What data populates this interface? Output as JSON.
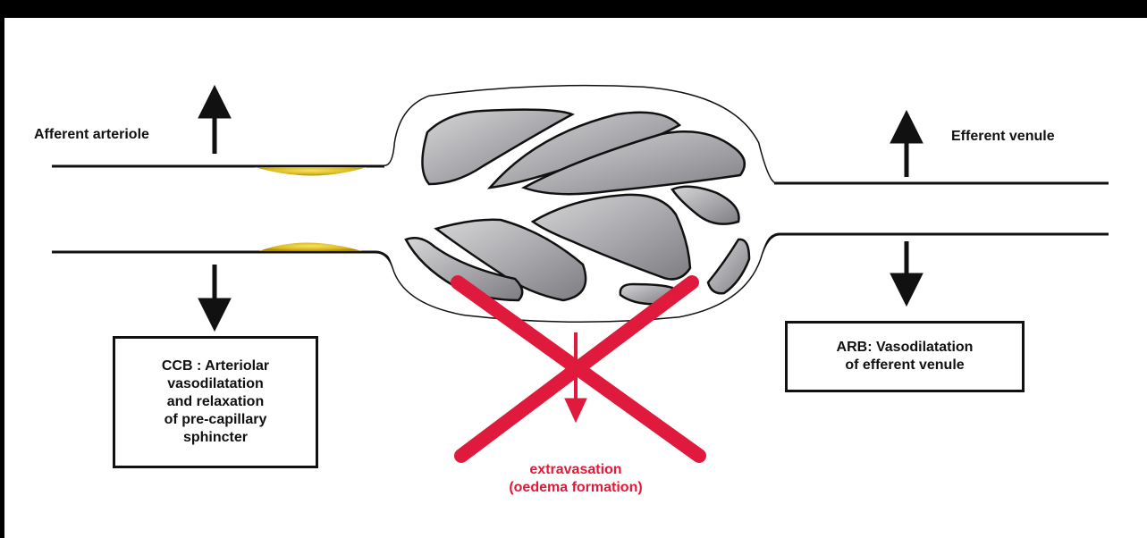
{
  "labels": {
    "afferent": "Afferent arteriole",
    "efferent": "Efferent venule"
  },
  "boxes": {
    "ccb": [
      "CCB : Arteriolar",
      "vasodilatation",
      "and relaxation",
      "of pre-capillary",
      "sphincter"
    ],
    "arb": [
      "ARB: Vasodilatation",
      "of efferent venule"
    ]
  },
  "extravasation": [
    "extravasation",
    "(oedema formation)"
  ],
  "colors": {
    "cross": "#e01a3c",
    "sphincter": "#e8c21a",
    "cell_fill": "#a9a9ad"
  }
}
